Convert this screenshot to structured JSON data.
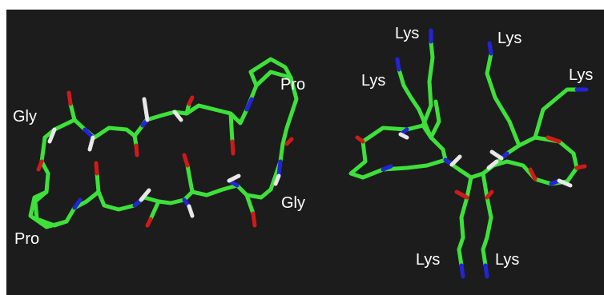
{
  "colors": {
    "background": "#1c1c1c",
    "carbon": "#3ee03a",
    "nitrogen": "#2323d8",
    "oxygen": "#d01a1a",
    "hydrogen": "#e8e8e8",
    "label": "#ffffff"
  },
  "left_molecule": {
    "labels": [
      "Gly",
      "Pro",
      "Pro",
      "Gly"
    ]
  },
  "right_molecule": {
    "labels": [
      "Lys",
      "Lys",
      "Lys",
      "Lys",
      "Lys",
      "Lys"
    ]
  }
}
